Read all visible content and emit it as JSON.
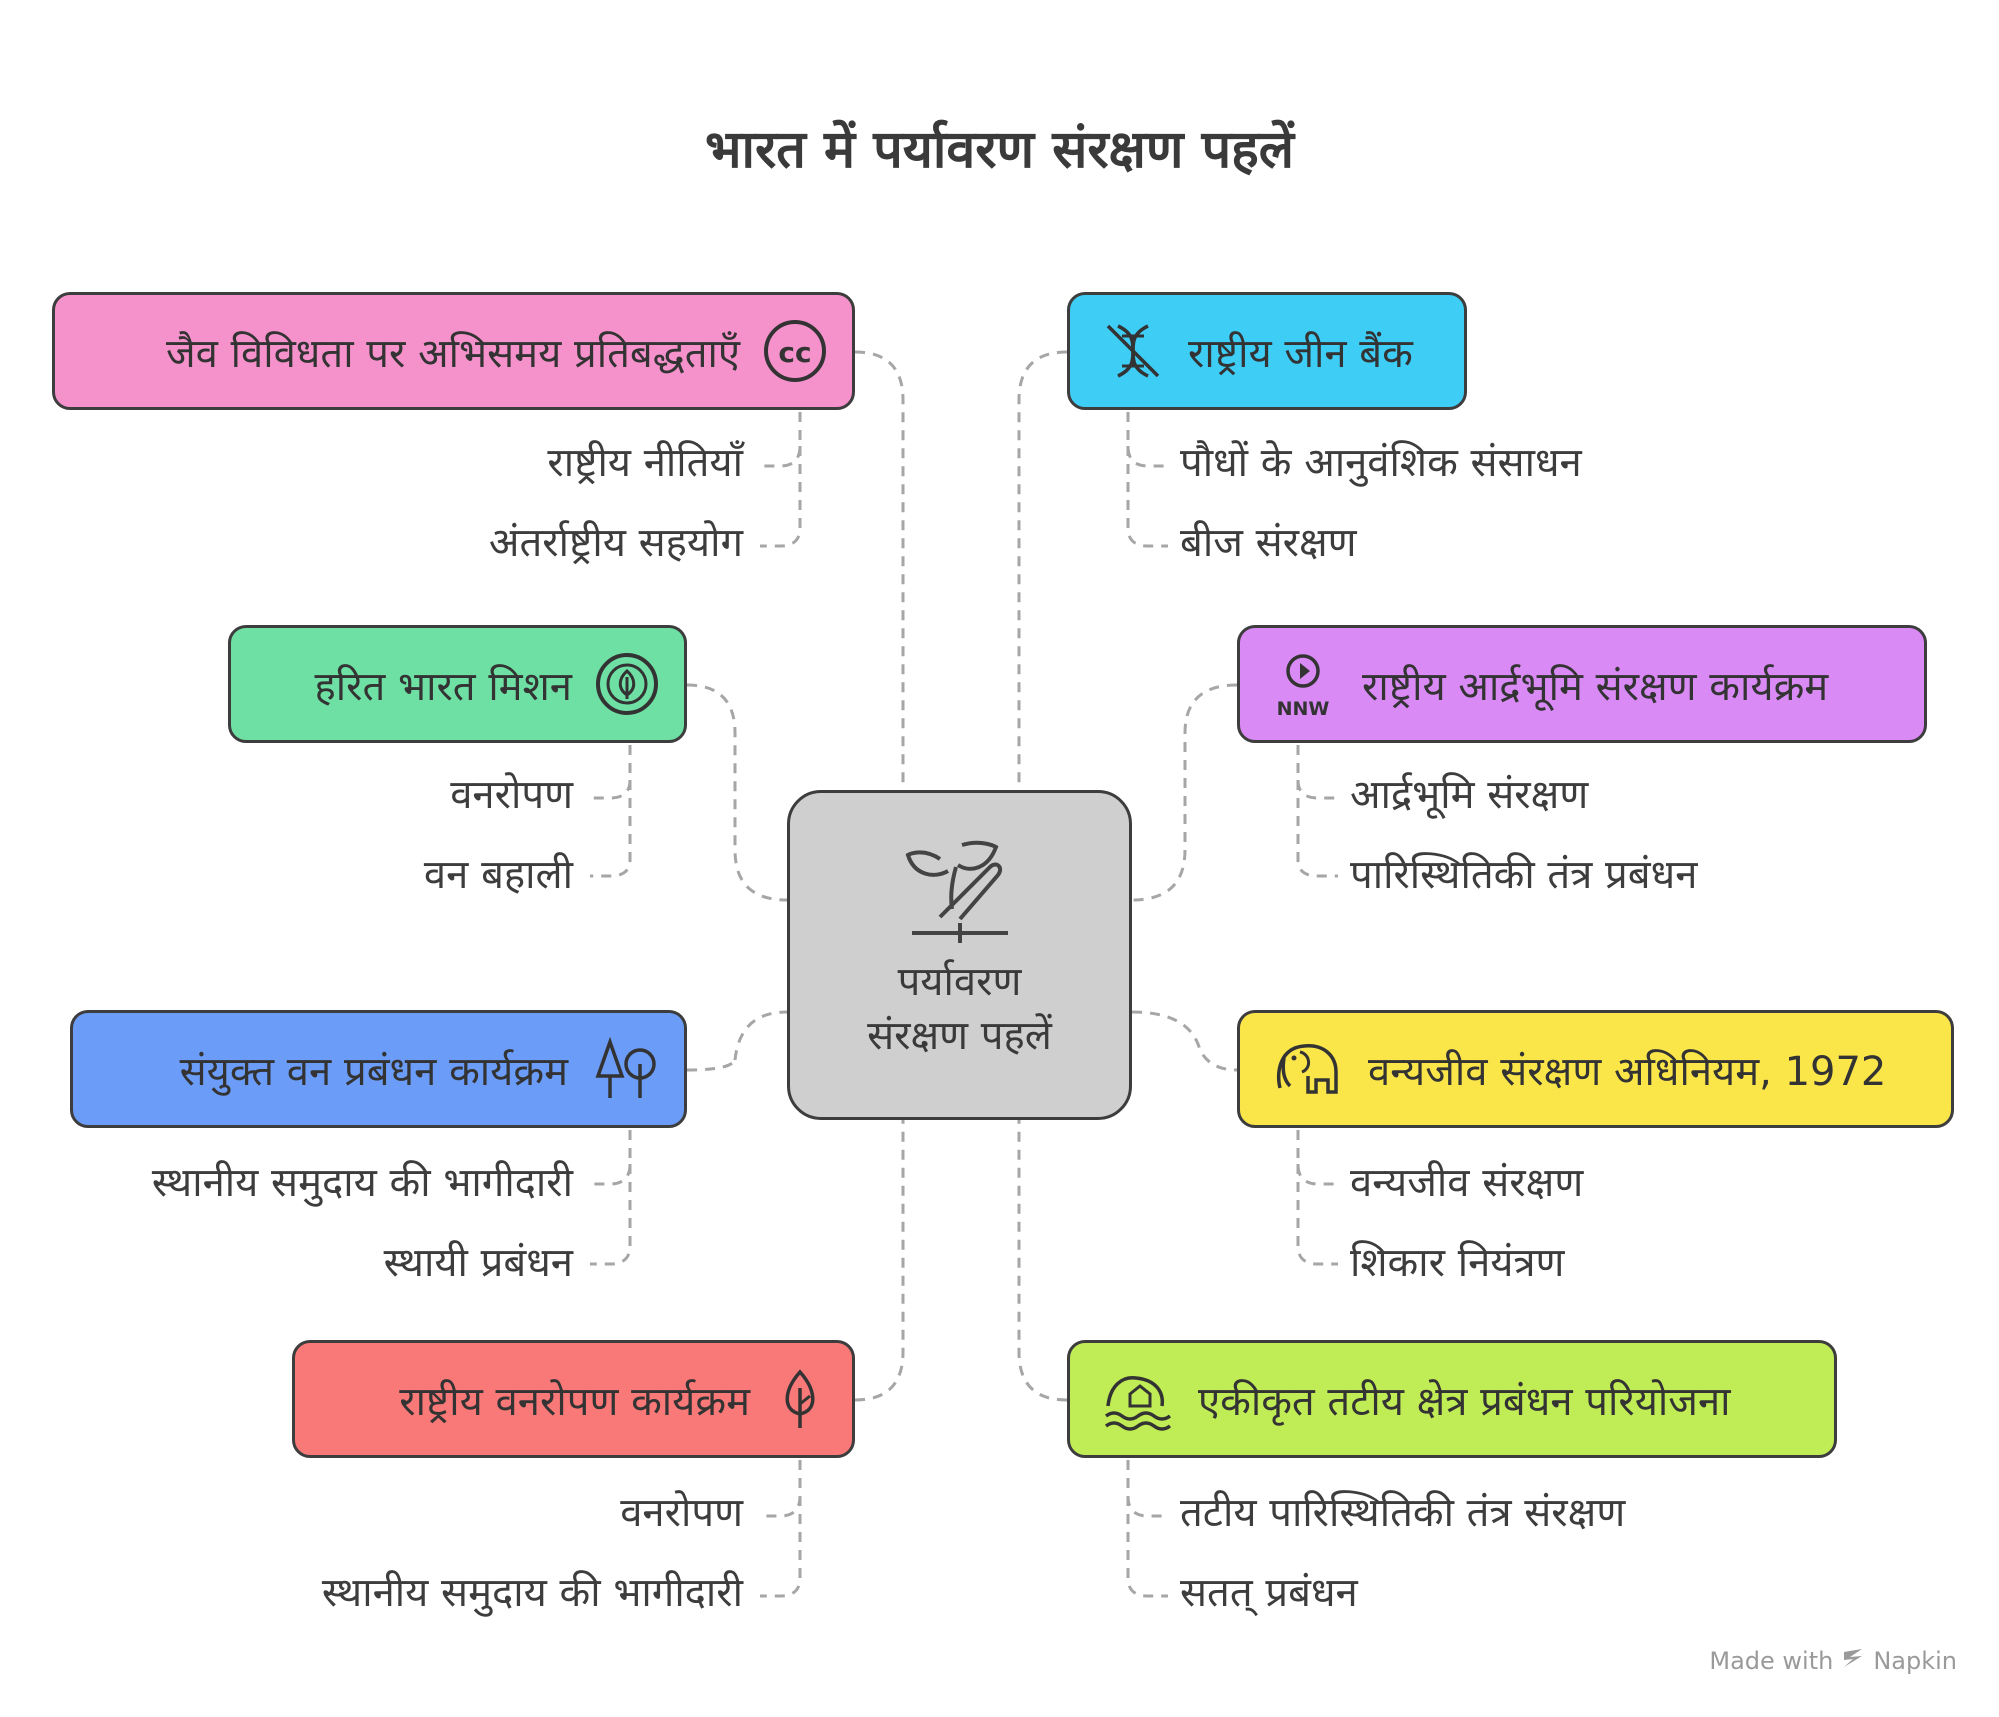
{
  "title": "भारत में पर्यावरण संरक्षण पहलें",
  "center": {
    "label_line1": "पर्यावरण",
    "label_line2": "संरक्षण पहलें",
    "icon": "sprout-hand-icon"
  },
  "branches": [
    {
      "id": "cbd",
      "label": "जैव विविधता पर अभिसमय प्रतिबद्धताएँ",
      "color": "#f592cc",
      "icon": "creative-commons-icon",
      "items": [
        "राष्ट्रीय नीतियाँ",
        "अंतर्राष्ट्रीय सहयोग"
      ]
    },
    {
      "id": "green-india",
      "label": "हरित भारत मिशन",
      "color": "#6ee0a4",
      "icon": "circular-leaf-icon",
      "items": [
        "वनरोपण",
        "वन बहाली"
      ]
    },
    {
      "id": "jfm",
      "label": "संयुक्त वन प्रबंधन कार्यक्रम",
      "color": "#6b9cf7",
      "icon": "trees-icon",
      "items": [
        "स्थानीय समुदाय की भागीदारी",
        "स्थायी प्रबंधन"
      ]
    },
    {
      "id": "nap",
      "label": "राष्ट्रीय वनरोपण कार्यक्रम",
      "color": "#f97878",
      "icon": "tree-icon",
      "items": [
        "वनरोपण",
        "स्थानीय समुदाय की भागीदारी"
      ]
    },
    {
      "id": "genebank",
      "label": "राष्ट्रीय जीन बैंक",
      "color": "#3ecdf5",
      "icon": "dna-off-icon",
      "items": [
        "पौधों के आनुवंशिक संसाधन",
        "बीज संरक्षण"
      ]
    },
    {
      "id": "wetland",
      "label": "राष्ट्रीय आर्द्रभूमि संरक्षण कार्यक्रम",
      "color": "#d98af5",
      "icon": "nnw-compass-icon",
      "icon_text": "NNW",
      "items": [
        "आर्द्रभूमि संरक्षण",
        "पारिस्थितिकी तंत्र प्रबंधन"
      ]
    },
    {
      "id": "wildlife",
      "label": "वन्यजीव संरक्षण अधिनियम, 1972",
      "color": "#fbe64a",
      "icon": "elephant-icon",
      "items": [
        "वन्यजीव संरक्षण",
        "शिकार नियंत्रण"
      ]
    },
    {
      "id": "iczm",
      "label": "एकीकृत तटीय क्षेत्र प्रबंधन परियोजना",
      "color": "#c0ec55",
      "icon": "coastal-wave-icon",
      "items": [
        "तटीय पारिस्थितिकी तंत्र संरक्षण",
        "सतत् प्रबंधन"
      ]
    }
  ],
  "footer": {
    "made_with": "Made with",
    "brand": "Napkin"
  }
}
